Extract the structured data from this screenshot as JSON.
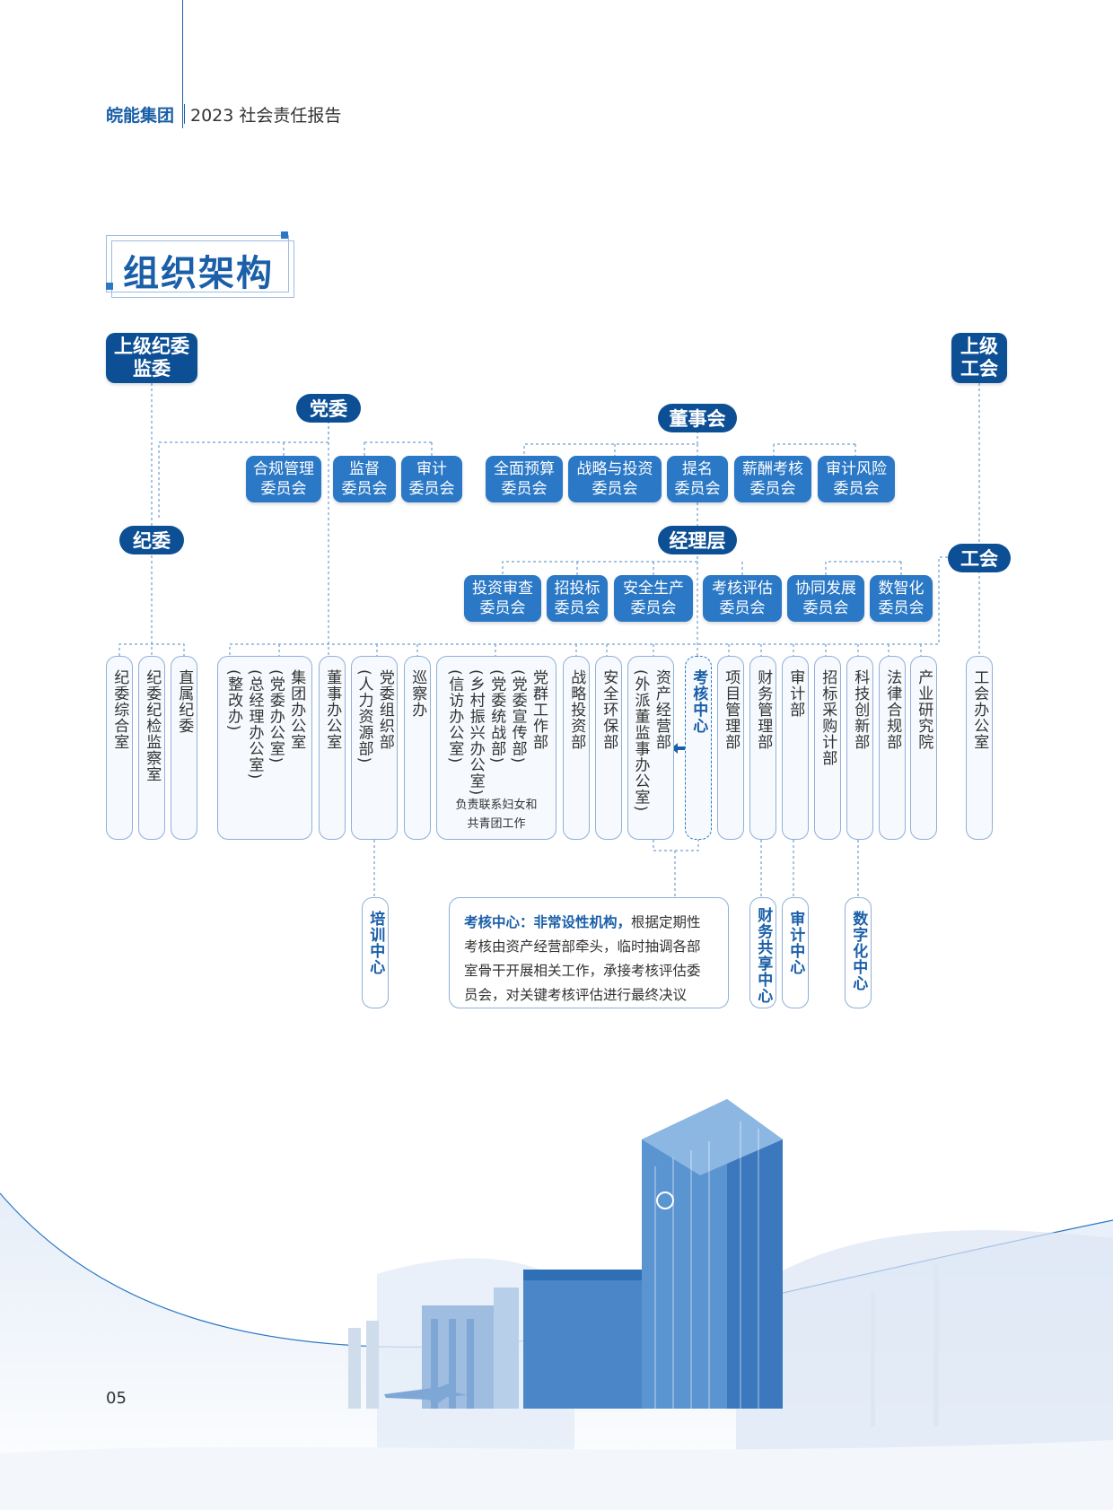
{
  "header": {
    "brand": "皖能集团",
    "title": "2023 社会责任报告"
  },
  "section_title": "组织架构",
  "page_number": "05",
  "top": {
    "superior_discipline": "上级纪委\n监委",
    "superior_union": "上级\n工会",
    "party_committee": "党委",
    "board": "董事会",
    "discipline_committee": "纪委",
    "management": "经理层",
    "union": "工会"
  },
  "party_committees": [
    "合规管理\n委员会",
    "监督\n委员会",
    "审计\n委员会"
  ],
  "board_committees": [
    "全面预算\n委员会",
    "战略与投资\n委员会",
    "提名\n委员会",
    "薪酬考核\n委员会",
    "审计风险\n委员会"
  ],
  "mgmt_committees": [
    "投资审查\n委员会",
    "招投标\n委员会",
    "安全生产\n委员会",
    "考核评估\n委员会",
    "协同发展\n委员会",
    "数智化\n委员会"
  ],
  "departments": {
    "d1": "纪委综合室",
    "d2": "纪委纪检监察室",
    "d3": "直属纪委",
    "d4": {
      "main": "集团办公室",
      "sub1": "(党委办公室)",
      "sub2": "(总经理办公室)",
      "sub3": "(整改办)"
    },
    "d5": "董事办公室",
    "d6": {
      "main": "党委组织部",
      "sub1": "(人力资源部)"
    },
    "d7": "巡察办",
    "d8": {
      "main": "党群工作部",
      "sub1": "(党委宣传部)",
      "sub2": "(党委统战部)",
      "sub3": "(乡村振兴办公室)",
      "sub4": "(信访办公室)",
      "note": "负责联系妇女和\n共青团工作"
    },
    "d9": "战略投资部",
    "d10": "安全环保部",
    "d11": {
      "main": "资产经营部",
      "sub1": "(外派董监事办公室)"
    },
    "d12": "考核中心",
    "d13": "项目管理部",
    "d14": "财务管理部",
    "d15": "审计部",
    "d16": "招标采购计部",
    "d17": "科技创新部",
    "d18": "法律合规部",
    "d19": "产业研究院",
    "d20": "工会办公室"
  },
  "sub_units": {
    "training": "培训中心",
    "finance_share": "财务共享中心",
    "audit_training": "审计中心",
    "digital": "数字化中心"
  },
  "note": {
    "bold": "考核中心：非常设性机构，",
    "text": "根据定期性考核由资产经营部牵头，临时抽调各部室骨干开展相关工作，承接考核评估委员会，对关键考核评估进行最终决议"
  },
  "colors": {
    "primary": "#0d4f95",
    "secondary": "#2a78c6",
    "accent": "#1a5fa8"
  }
}
